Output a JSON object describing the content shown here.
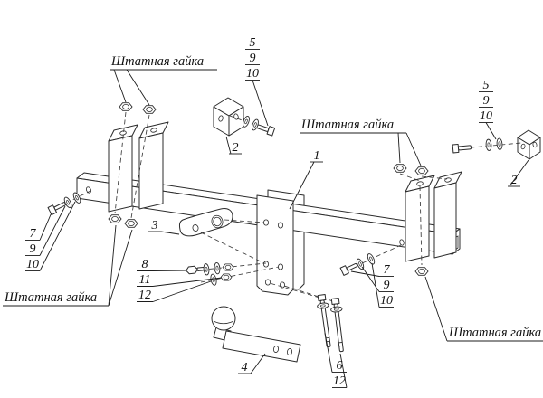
{
  "page": {
    "background": "#ffffff",
    "ink": "#1c1c1c"
  },
  "labels": {
    "standard_nut_top_left": "Штатная гайка",
    "standard_nut_mid_right": "Штатная гайка",
    "standard_nut_bottom_left": "Штатная гайка",
    "standard_nut_bottom_right": "Штатная гайка"
  },
  "callouts": {
    "beam": "1",
    "bracket_left": "2",
    "bracket_right": "2",
    "lock_plate": "3",
    "ball_arm": "4",
    "top_center": [
      "5",
      "9",
      "10"
    ],
    "top_right": [
      "5",
      "9",
      "10"
    ],
    "left": [
      "7",
      "9",
      "10"
    ],
    "center": [
      "8",
      "11",
      "12"
    ],
    "right": [
      "7",
      "9",
      "10"
    ],
    "bottom": [
      "6",
      "12"
    ]
  }
}
